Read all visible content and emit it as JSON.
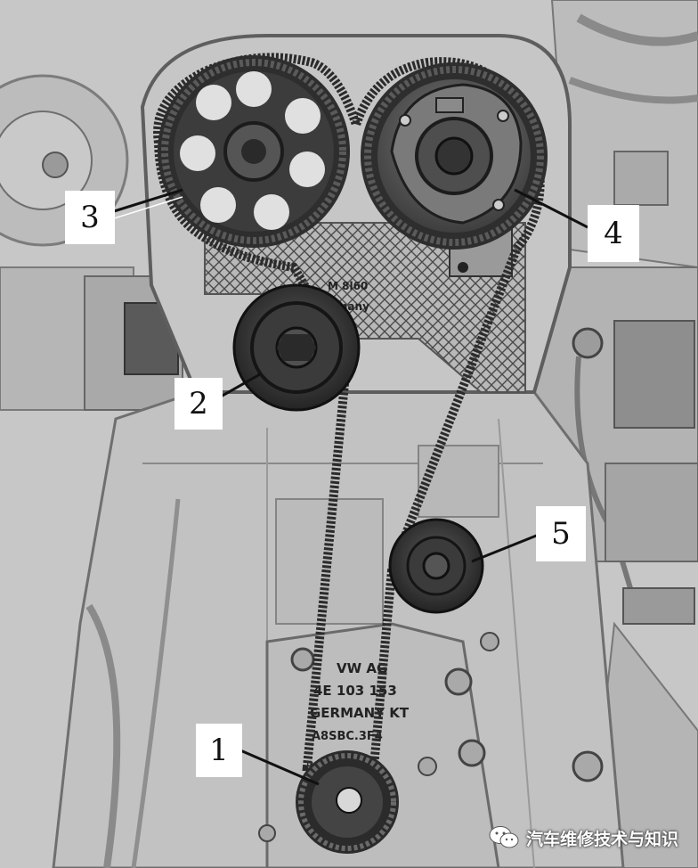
{
  "callouts": [
    {
      "id": "1",
      "label": "1"
    },
    {
      "id": "2",
      "label": "2"
    },
    {
      "id": "3",
      "label": "3"
    },
    {
      "id": "4",
      "label": "4"
    },
    {
      "id": "5",
      "label": "5"
    }
  ],
  "engraving": {
    "line1": "VW AG",
    "line2": "4E 103 153",
    "line3": "GERMANY KT",
    "line4": "A8SBC.3F4"
  },
  "cover_text": {
    "line1": "M 8l60",
    "line2": "rmany"
  },
  "watermark": {
    "text": "汽车维修技术与知识",
    "icon": "wechat-icon"
  },
  "colors": {
    "background": "#cfcfcf",
    "engine_metal": "#bdbdbd",
    "dark_part": "#3a3a3a",
    "belt": "#2b2b2b",
    "label_bg": "#ffffff"
  }
}
